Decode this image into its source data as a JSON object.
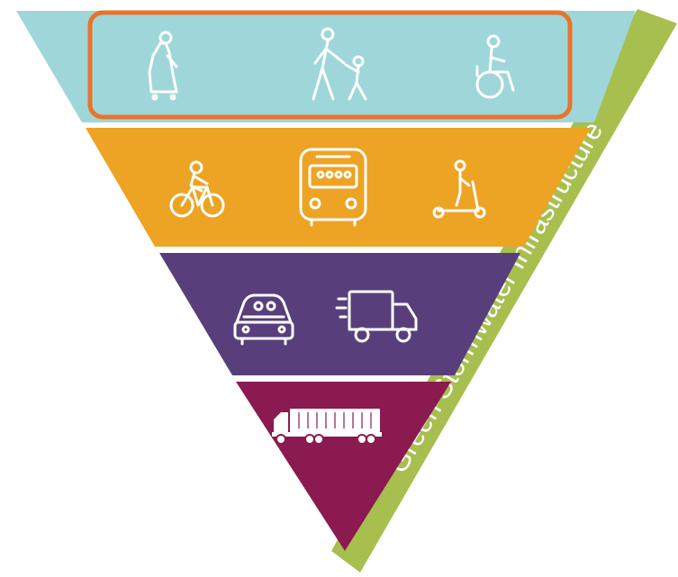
{
  "diagram": {
    "side_band_label": "Green Stormwater Infrastructure",
    "colors": {
      "tier_1": "#9fd6d9",
      "tier_2": "#eda323",
      "tier_3": "#583f7c",
      "tier_4": "#8a1a4f",
      "side_band": "#a6bf4e",
      "highlight": "#e8742a",
      "icon": "#ffffff"
    },
    "highlighted_tier": "tier_1",
    "tiers": [
      {
        "id": "tier_1",
        "icons": [
          "pedestrian-icon",
          "parent-child-walking-icon",
          "wheelchair-user-icon"
        ]
      },
      {
        "id": "tier_2",
        "icons": [
          "bicycle-icon",
          "bus-icon",
          "scooter-icon"
        ]
      },
      {
        "id": "tier_3",
        "icons": [
          "car-icon",
          "delivery-truck-icon"
        ]
      },
      {
        "id": "tier_4",
        "icons": [
          "freight-truck-icon"
        ]
      }
    ]
  }
}
